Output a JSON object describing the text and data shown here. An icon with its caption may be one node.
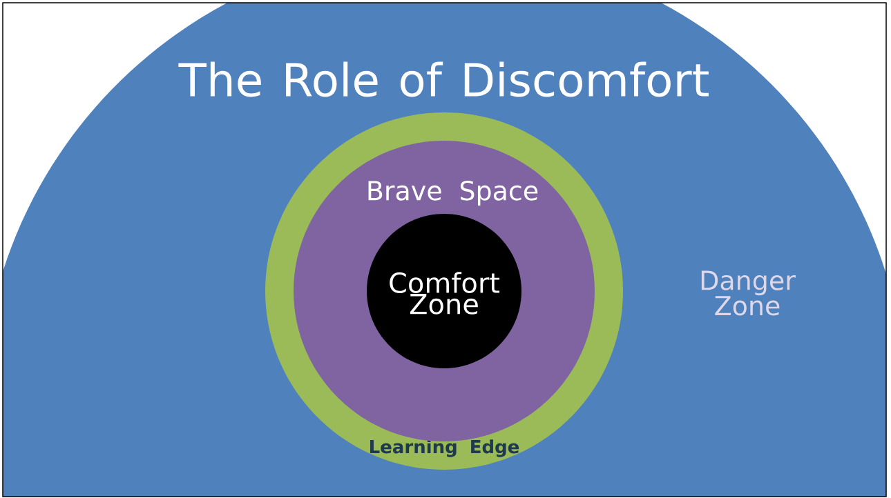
{
  "diagram": {
    "title": "The Role of Discomfort",
    "nodes": [
      {
        "text": [
          "Danger Zone"
        ]
      },
      {
        "text": [
          "Learning Edge"
        ],
        "in": 0
      },
      {
        "text": [
          "Brave Space"
        ],
        "in": 1
      },
      {
        "text": [
          "Comfort Zone"
        ],
        "in": 2
      }
    ]
  }
}
